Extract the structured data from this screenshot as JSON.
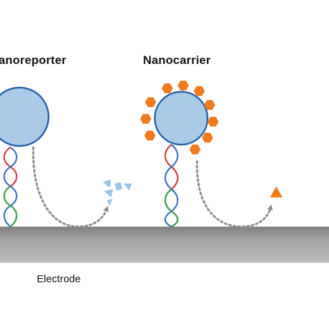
{
  "panels": {
    "left": {
      "title": "anoreporter"
    },
    "right": {
      "title": "Nanocarrier"
    }
  },
  "electrode": {
    "label": "Electrode"
  },
  "colors": {
    "nanoparticle_fill": "#a9cbe8",
    "nanoparticle_stroke": "#2a63a8",
    "payload_orange": "#f07a1c",
    "reporter_fragment_blue": "#9cc4e4",
    "dna_red": "#d33a3a",
    "dna_blue": "#3b6fb6",
    "dna_green": "#3aa64b",
    "electrode_gray": "#9a9a9a",
    "arrow_gray": "#8c8c8c"
  },
  "icons": {
    "payload": "hexagon-icon",
    "released_payload": "triangle-icon",
    "reporter_fragments": "fragment-icons",
    "release_arrow": "dotted-curved-arrow-icon"
  }
}
